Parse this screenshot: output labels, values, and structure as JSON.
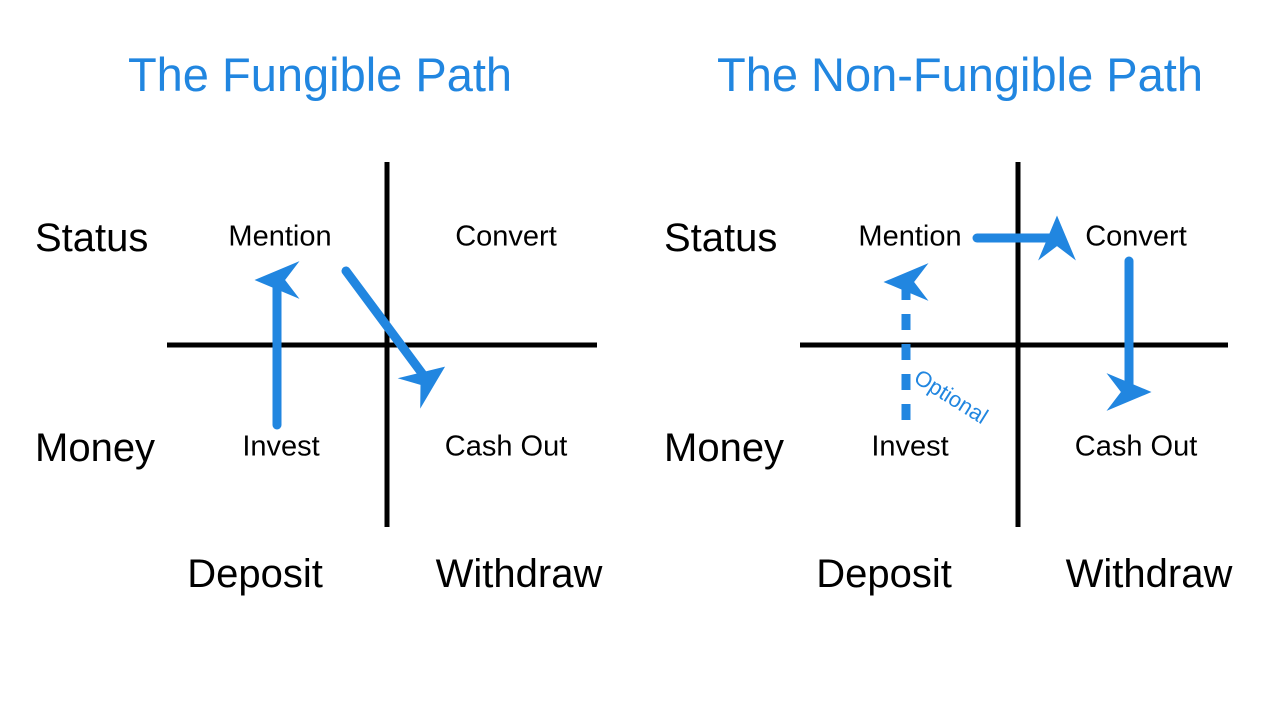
{
  "colors": {
    "accent_blue": "#2186e0",
    "axis_black": "#000000",
    "background": "#ffffff",
    "text_black": "#000000"
  },
  "panels": [
    {
      "id": "fungible",
      "title": "The Fungible Path",
      "axis_labels": {
        "upper_left_row": "Status",
        "lower_left_row": "Money",
        "lower_left_col": "Deposit",
        "lower_right_col": "Withdraw"
      },
      "quadrants": {
        "top_left": "Mention",
        "top_right": "Convert",
        "bottom_left": "Invest",
        "bottom_right": "Cash Out"
      },
      "arrows": [
        {
          "name": "invest-to-mention-arrow",
          "style": "solid",
          "direction": "up"
        },
        {
          "name": "mention-to-cash-out-arrow",
          "style": "solid",
          "direction": "diagonal-down-right"
        }
      ],
      "annotations": []
    },
    {
      "id": "non-fungible",
      "title": "The Non-Fungible Path",
      "axis_labels": {
        "upper_left_row": "Status",
        "lower_left_row": "Money",
        "lower_left_col": "Deposit",
        "lower_right_col": "Withdraw"
      },
      "quadrants": {
        "top_left": "Mention",
        "top_right": "Convert",
        "bottom_left": "Invest",
        "bottom_right": "Cash Out"
      },
      "arrows": [
        {
          "name": "invest-to-mention-arrow",
          "style": "dashed",
          "direction": "up"
        },
        {
          "name": "mention-to-convert-arrow",
          "style": "solid",
          "direction": "right"
        },
        {
          "name": "convert-to-cash-out-arrow",
          "style": "solid",
          "direction": "down"
        }
      ],
      "annotations": [
        {
          "name": "optional-label",
          "text": "Optional",
          "rotation_deg": 32
        }
      ]
    }
  ]
}
